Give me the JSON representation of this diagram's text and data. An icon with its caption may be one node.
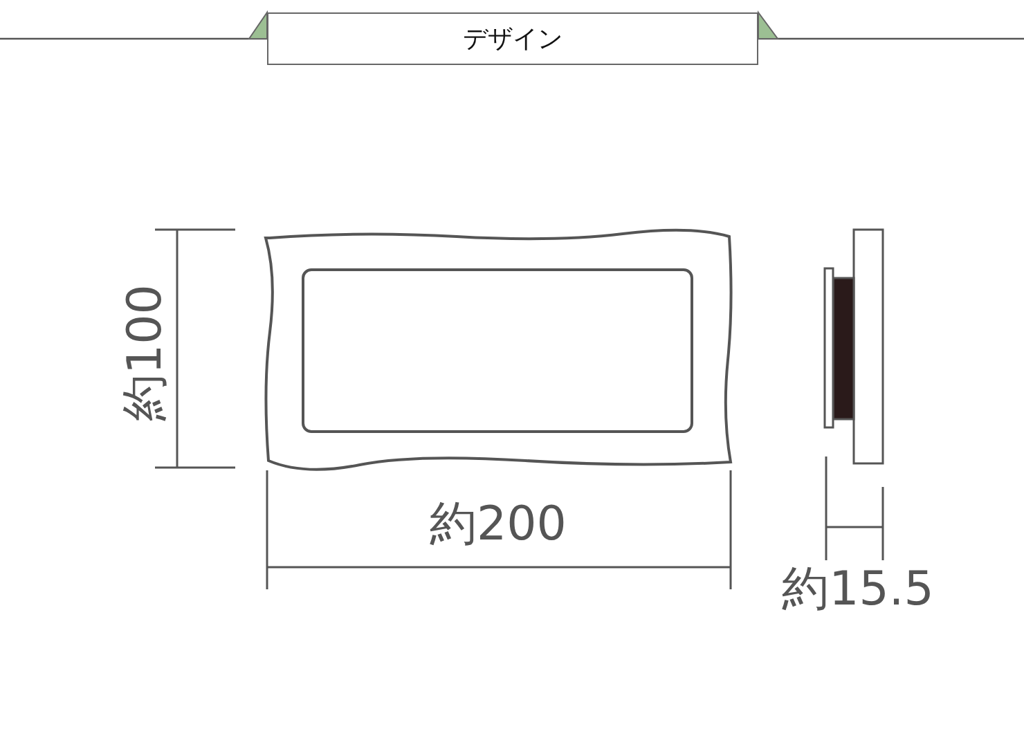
{
  "diagram": {
    "title": "デザイン",
    "labels": [
      "約100",
      "約200",
      "約15.5"
    ]
  }
}
